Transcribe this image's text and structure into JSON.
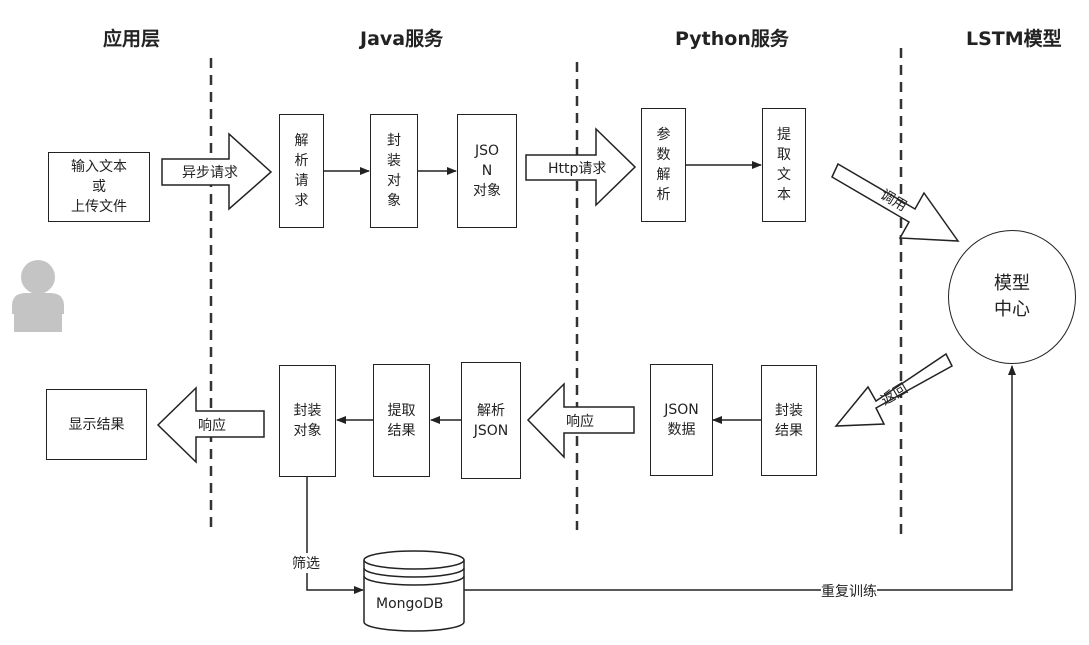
{
  "headers": {
    "app_layer": "应用层",
    "java_service": "Java服务",
    "python_service": "Python服务",
    "lstm_model": "LSTM模型"
  },
  "boxes": {
    "input_text": "输入文本\n或\n上传文件",
    "parse_request": "解\n析\n请\n求",
    "wrap_object_top": "封\n装\n对\n象",
    "json_object": "JSO\nN\n对象",
    "param_parse": "参\n数\n解\n析",
    "extract_text": "提\n取\n文\n本",
    "model_center": "模型\n中心",
    "show_result": "显示结果",
    "wrap_object_bottom": "封装\n对象",
    "extract_result": "提取\n结果",
    "parse_json": "解析\nJSON",
    "json_data": "JSON\n数据",
    "wrap_result": "封装\n结果",
    "mongodb": "MongoDB"
  },
  "arrows": {
    "async_request": "异步请求",
    "http_request": "Http请求",
    "call": "调用",
    "return": "返回",
    "response_python": "响应",
    "response_app": "响应"
  },
  "lines": {
    "filter": "筛选",
    "retrain": "重复训练"
  }
}
